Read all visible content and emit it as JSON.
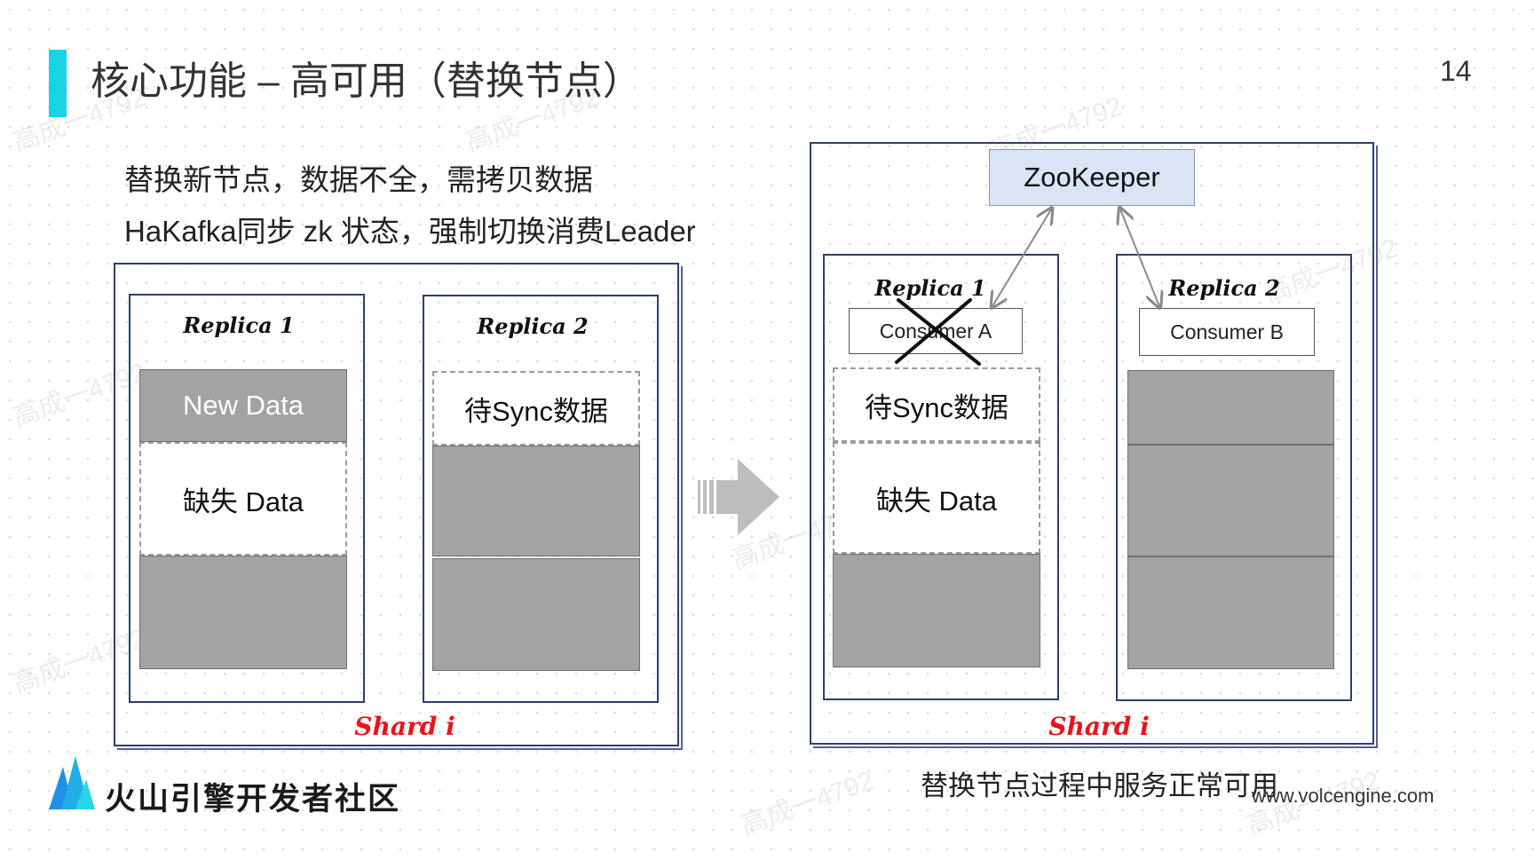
{
  "slide": {
    "title": "核心功能 – 高可用（替换节点）",
    "page_number": "14",
    "bullets": [
      "替换新节点，数据不全，需拷贝数据",
      "HaKafka同步 zk 状态，强制切换消费Leader"
    ],
    "watermark": "高成一4792",
    "accent_color": "#19d3e6"
  },
  "left_diagram": {
    "replica1": {
      "label": "Replica 1",
      "new_data": "New Data",
      "missing": "缺失 Data"
    },
    "replica2": {
      "label": "Replica 2",
      "pending": "待Sync数据"
    },
    "shard": "Shard i"
  },
  "right_diagram": {
    "zookeeper": "ZooKeeper",
    "replica1": {
      "label": "Replica 1",
      "consumer": "Consumer A",
      "pending": "待Sync数据",
      "missing": "缺失 Data"
    },
    "replica2": {
      "label": "Replica 2",
      "consumer": "Consumer B"
    },
    "shard": "Shard i",
    "caption": "替换节点过程中服务正常可用"
  },
  "footer": {
    "brand": "火山引擎开发者社区",
    "url": "www.volcengine.com"
  }
}
